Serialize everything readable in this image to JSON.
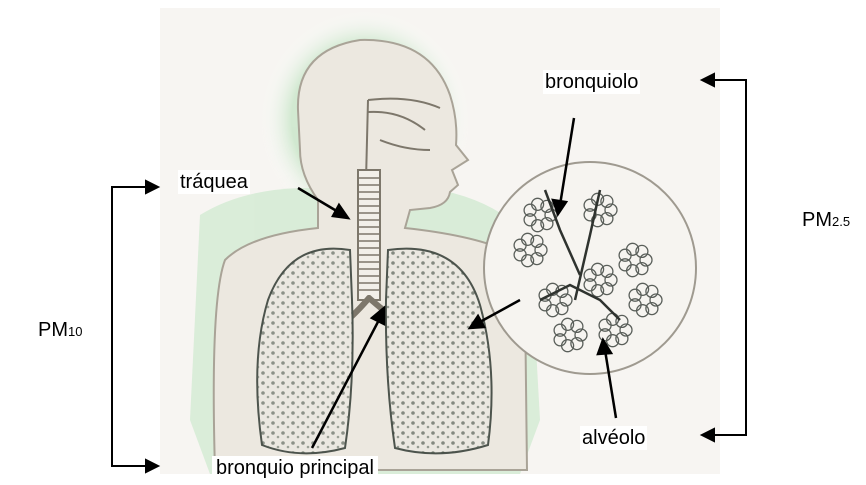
{
  "labels": {
    "bronquiolo": "bronquiolo",
    "traquea": "tráquea",
    "alveolo": "alvéolo",
    "bronquio_principal": "bronquio principal"
  },
  "pm10": {
    "main": "PM",
    "sub": "10"
  },
  "pm25": {
    "main": "PM",
    "sub": "2.5"
  },
  "colors": {
    "body_fill": "#ece8e0",
    "body_outline": "#a9a397",
    "glow": "#c9e6c9",
    "lung_spots": "#3f4a40",
    "arrow": "#000000"
  }
}
